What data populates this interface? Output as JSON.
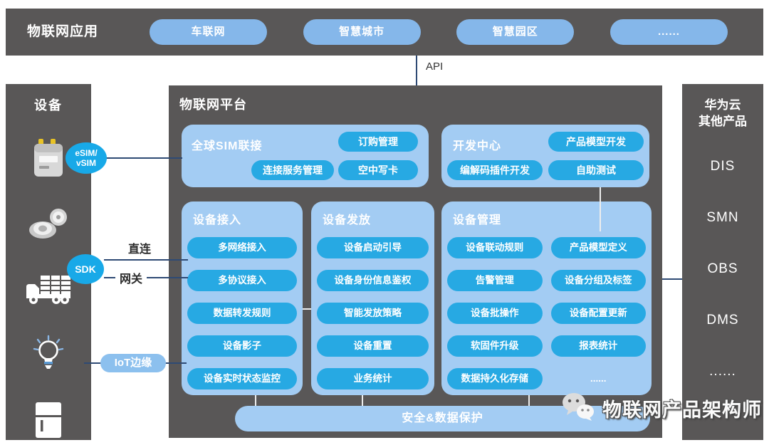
{
  "colors": {
    "panel_gray": "#595757",
    "box_blue": "#a3ccf3",
    "pill_cyan": "#27a9e3",
    "app_button_blue": "#85b7ea",
    "badge_cyan": "#18a9e8",
    "edge_pill_blue": "#8cc0ee",
    "connector_navy": "#2e4a74"
  },
  "app_bar": {
    "title": "物联网应用",
    "buttons": [
      "车联网",
      "智慧城市",
      "智慧园区",
      "......"
    ]
  },
  "api": {
    "label": "API"
  },
  "devices": {
    "title": "设备",
    "icons": [
      "gas-meter-icon",
      "water-meter-icon",
      "truck-icon",
      "smart-bulb-icon",
      "fridge-icon"
    ],
    "badges": {
      "esim_line1": "eSIM/",
      "esim_line2": "vSIM",
      "sdk": "SDK",
      "iot_edge": "IoT边缘"
    }
  },
  "links": {
    "direct": "直连",
    "gateway": "网关"
  },
  "platform": {
    "title": "物联网平台",
    "sim": {
      "title": "全球SIM联接",
      "pill_top": "订购管理",
      "pill_bottom_left": "连接服务管理",
      "pill_bottom_right": "空中写卡"
    },
    "dev_center": {
      "title": "开发中心",
      "pill_top": "产品模型开发",
      "pill_bottom_left": "编解码插件开发",
      "pill_bottom_right": "自助测试"
    },
    "access": {
      "title": "设备接入",
      "pills": [
        "多网络接入",
        "多协议接入",
        "数据转发规则",
        "设备影子",
        "设备实时状态监控"
      ]
    },
    "provisioning": {
      "title": "设备发放",
      "pills": [
        "设备启动引导",
        "设备身份信息鉴权",
        "智能发放策略",
        "设备重置",
        "业务统计"
      ]
    },
    "management": {
      "title": "设备管理",
      "pills": [
        "设备联动规则",
        "产品模型定义",
        "告警管理",
        "设备分组及标签",
        "设备批操作",
        "设备配置更新",
        "软固件升级",
        "报表统计",
        "数据持久化存储",
        "......"
      ]
    },
    "security_bar": "安全&数据保护"
  },
  "cloud": {
    "title_line1": "华为云",
    "title_line2": "其他产品",
    "items": [
      "DIS",
      "SMN",
      "OBS",
      "DMS",
      "......"
    ]
  },
  "watermark": {
    "text": "物联网产品架构师"
  }
}
